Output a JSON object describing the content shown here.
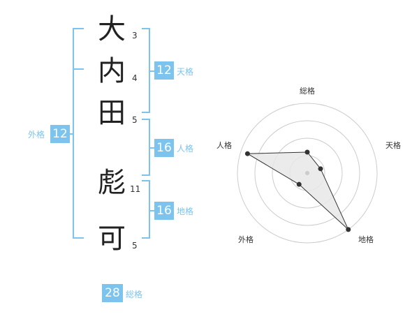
{
  "name": {
    "characters": [
      {
        "char": "大",
        "strokes": "3"
      },
      {
        "char": "内",
        "strokes": "4"
      },
      {
        "char": "田",
        "strokes": "5"
      },
      {
        "char": "彪",
        "strokes": "11"
      },
      {
        "char": "可",
        "strokes": "5"
      }
    ]
  },
  "kakusu": {
    "tenkaku": {
      "value": "12",
      "label": "天格"
    },
    "jinkaku": {
      "value": "16",
      "label": "人格"
    },
    "chikaku": {
      "value": "16",
      "label": "地格"
    },
    "gaikaku": {
      "value": "12",
      "label": "外格"
    },
    "soukaku": {
      "value": "28",
      "label": "総格"
    }
  },
  "radar": {
    "axes": [
      "総格",
      "天格",
      "地格",
      "外格",
      "人格"
    ],
    "values": [
      1.5,
      1.0,
      5.0,
      1.0,
      4.5
    ],
    "max": 5,
    "rings": 4
  },
  "colors": {
    "accent": "#7cc4ee",
    "grid": "#cccccc",
    "fill": "#e8e8e8"
  }
}
